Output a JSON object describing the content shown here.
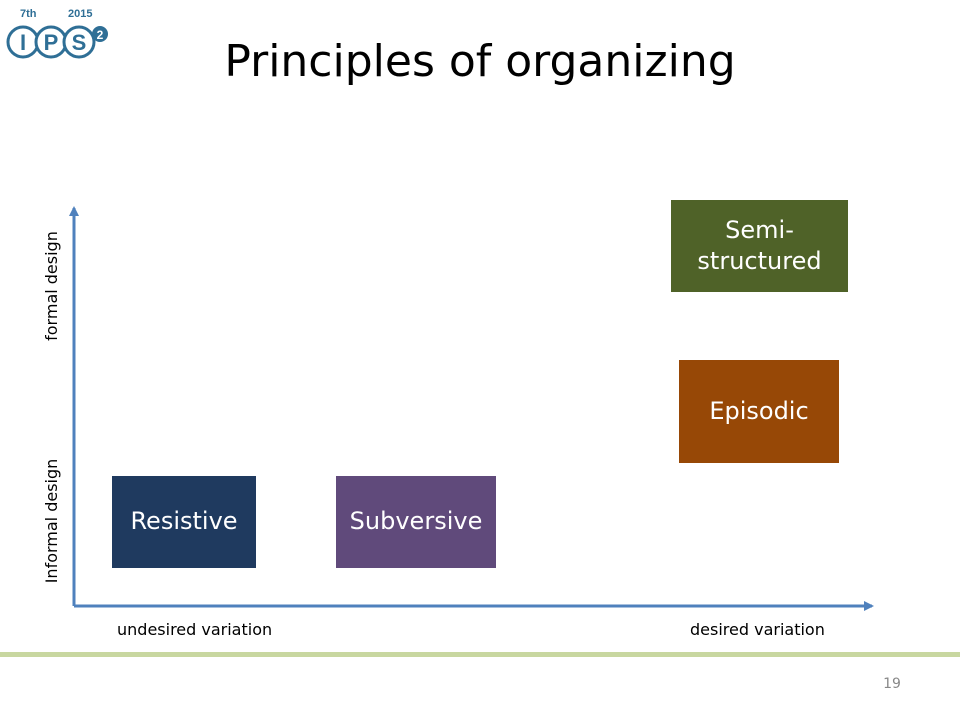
{
  "logo": {
    "superscript": "7th",
    "year": "2015",
    "letters": [
      "I",
      "P",
      "S"
    ],
    "badge": "2",
    "color": "#2f6f96"
  },
  "title": "Principles of organizing",
  "axes": {
    "color": "#4f81bd",
    "y_top_label": "formal design",
    "y_bottom_label": "Informal design",
    "x_left_label": "undesired variation",
    "x_right_label": "desired variation"
  },
  "boxes": {
    "resistive": {
      "label": "Resistive",
      "color": "#1f3a5f"
    },
    "subversive": {
      "label": "Subversive",
      "color": "#604a7b"
    },
    "episodic": {
      "label": "Episodic",
      "color": "#974806"
    },
    "semi_structured": {
      "label": "Semi-structured",
      "color": "#4f6228"
    }
  },
  "footer": {
    "line_color": "#c8d7a0",
    "page_number": "19"
  }
}
